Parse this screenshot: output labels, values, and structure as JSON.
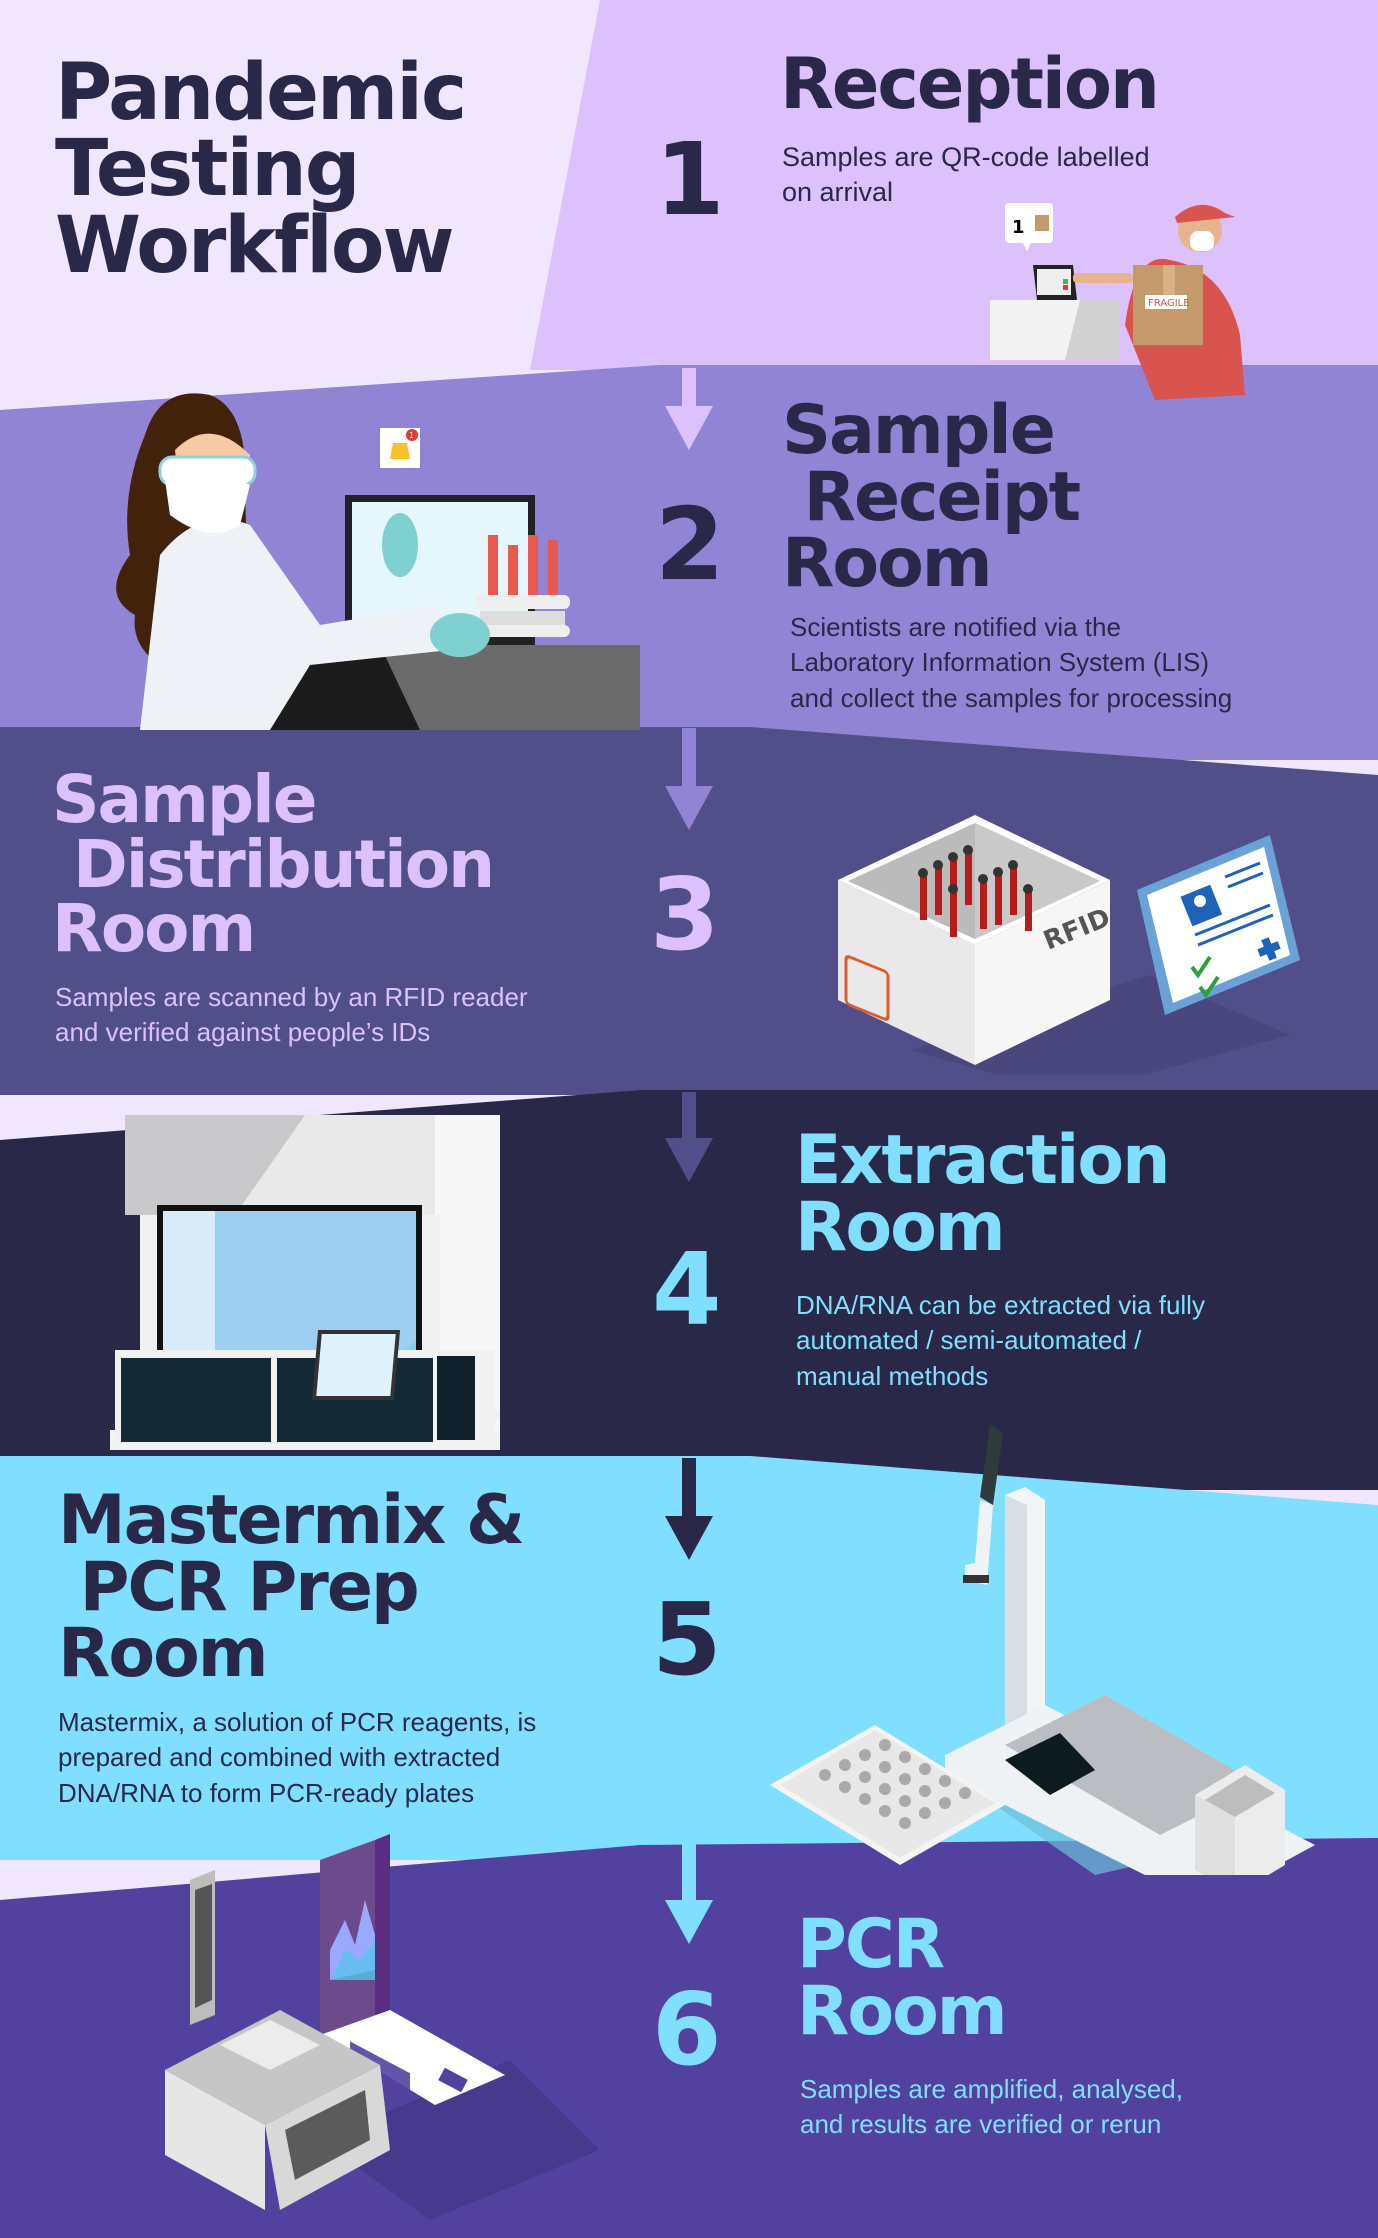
{
  "title": {
    "line1": "Pandemic",
    "line2": "Testing",
    "line3": "Workflow"
  },
  "colors": {
    "title_bg": "#f0e6fe",
    "step1_bg": "#dcc1fc",
    "step2_bg": "#9184d4",
    "step3_bg": "#514f8a",
    "step4_bg": "#2a2849",
    "step5_bg": "#80dffe",
    "step6_bg": "#5341a0",
    "dark_text": "#2a2849",
    "lilac_text": "#dcc1fc",
    "cyan_text": "#80dffe"
  },
  "steps": [
    {
      "number": "1",
      "heading": [
        "Reception"
      ],
      "description": [
        "Samples are QR-code labelled",
        "on arrival"
      ],
      "illustration": "courier-at-reception-desk",
      "bubble_number": "1",
      "box_label": "FRAGILE"
    },
    {
      "number": "2",
      "heading": [
        "Sample",
        " Receipt",
        "Room"
      ],
      "description": [
        "Scientists are notified via the",
        "Laboratory Information System (LIS)",
        "and collect the samples for processing"
      ],
      "illustration": "scientist-with-sample-tubes",
      "notification_count": "1"
    },
    {
      "number": "3",
      "heading": [
        "Sample",
        " Distribution",
        "Room"
      ],
      "description": [
        "Samples are scanned by an RFID reader",
        "and verified against people’s IDs"
      ],
      "illustration": "rfid-box-and-id-clipboard",
      "box_label": "RFID"
    },
    {
      "number": "4",
      "heading": [
        "Extraction",
        "Room"
      ],
      "description": [
        "DNA/RNA can be extracted via fully",
        "automated / semi-automated /",
        "manual methods"
      ],
      "illustration": "extraction-cabinet"
    },
    {
      "number": "5",
      "heading": [
        "Mastermix &",
        " PCR Prep",
        "Room"
      ],
      "description": [
        "Mastermix, a solution of PCR reagents, is",
        "prepared and combined with extracted",
        "DNA/RNA to form PCR-ready plates"
      ],
      "illustration": "pipetting-robot-and-plate"
    },
    {
      "number": "6",
      "heading": [
        "PCR",
        "Room"
      ],
      "description": [
        "Samples are amplified, analysed,",
        "and results are verified or rerun"
      ],
      "illustration": "pcr-machine-and-laptop"
    }
  ]
}
